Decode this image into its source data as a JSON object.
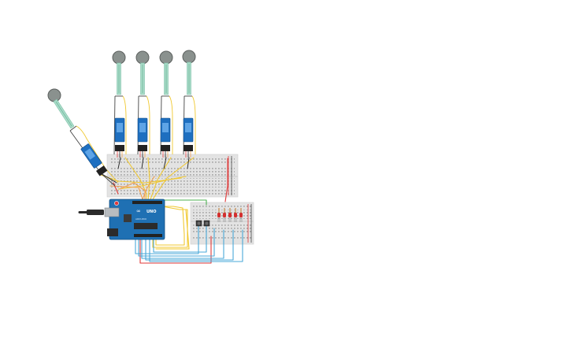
{
  "arduino": {
    "logo_mark": "∞",
    "brand": "UNO",
    "model": "ARDUINO"
  },
  "components": {
    "flex_sensor_count": 5,
    "servo_count": 5,
    "push_button_count": 2,
    "led_count": 5
  },
  "colors": {
    "background": "#ffffff",
    "breadboard": "#e3e3e3",
    "arduino_board": "#1f70b3",
    "servo_body": "#1e6fc0",
    "flex_tip": "#8a918e",
    "flex_strip": "#a8dcc8",
    "wire_yellow": "#f0c830",
    "wire_orange": "#f0a050",
    "wire_red": "#e03a3a",
    "wire_blue": "#4aa8d8",
    "wire_green": "#4caf50",
    "wire_black": "#222222",
    "led_red": "#d32f2f"
  },
  "icons": {
    "flex": "flex-sensor-icon",
    "servo": "servo-motor-icon",
    "arduino": "arduino-board-icon",
    "usb": "usb-plug-icon",
    "led": "led-icon",
    "button": "push-button-icon"
  }
}
